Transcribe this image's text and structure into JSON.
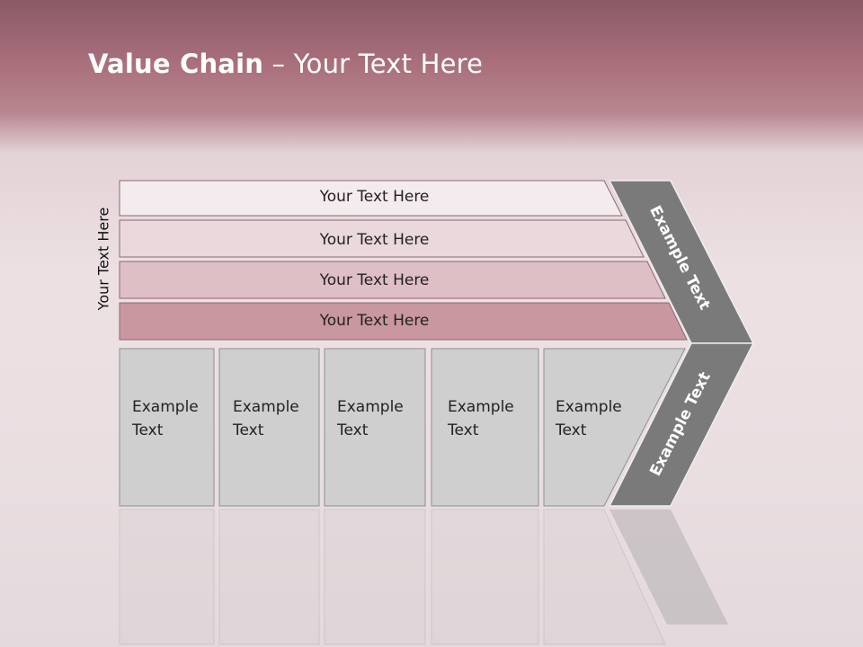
{
  "slide": {
    "title_bold": "Value Chain",
    "title_rest": " – Your Text Here",
    "side_label": "Your Text Here"
  },
  "rows": [
    {
      "label": "Your Text Here",
      "color": "#f4ebee"
    },
    {
      "label": "Your Text Here",
      "color": "#ead8dc"
    },
    {
      "label": "Your Text Here",
      "color": "#ddbfc5"
    },
    {
      "label": "Your Text Here",
      "color": "#c9979f"
    }
  ],
  "columns": [
    {
      "line1": "Example",
      "line2": "Text"
    },
    {
      "line1": "Example",
      "line2": "Text"
    },
    {
      "line1": "Example",
      "line2": "Text"
    },
    {
      "line1": "Example",
      "line2": "Text"
    },
    {
      "line1": "Example",
      "line2": "Text"
    }
  ],
  "arrow": {
    "upper_label": "Example Text",
    "lower_label": "Example Text",
    "color": "#7a7a7a"
  },
  "colors": {
    "cell_fill": "#cfcfcf",
    "cell_border": "#8f8f8f"
  }
}
